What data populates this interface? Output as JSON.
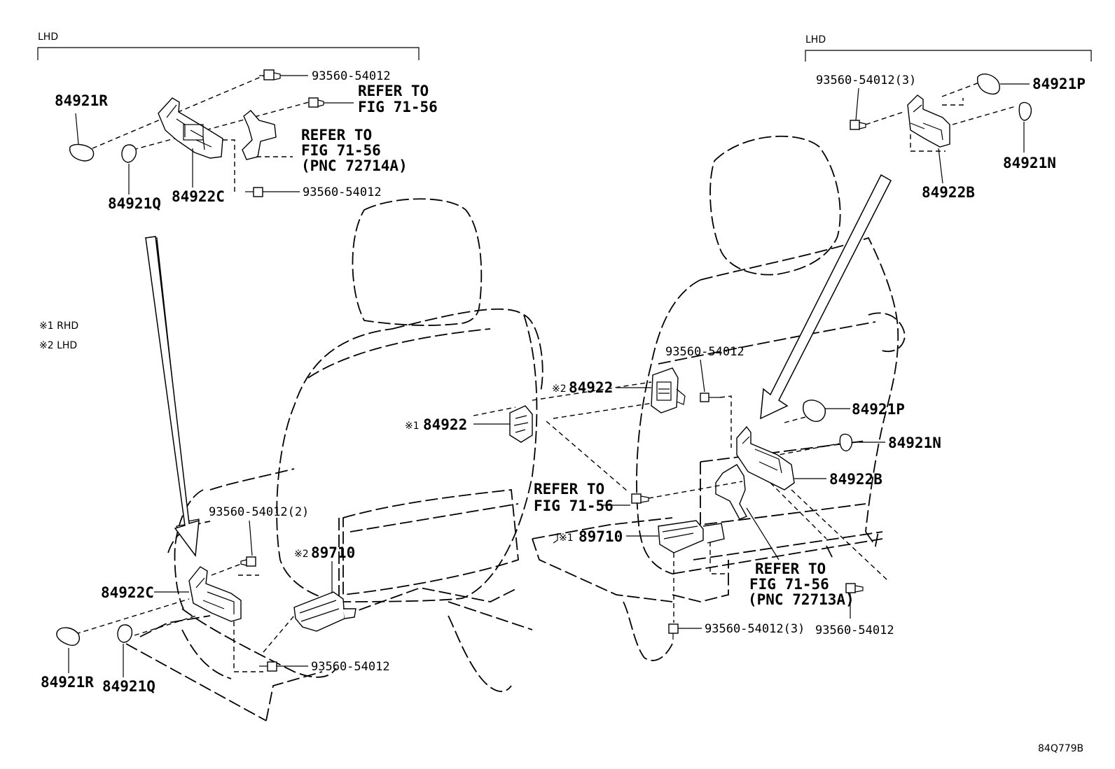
{
  "sections": {
    "left_header": "LHD",
    "right_header": "LHD"
  },
  "notes": {
    "note1": "※1 RHD",
    "note2": "※2 LHD"
  },
  "labels": {
    "top_left_bolt_1": "93560-54012",
    "top_left_refer_a_1": "REFER TO",
    "top_left_refer_a_2": "FIG 71-56",
    "top_left_84921r": "84921R",
    "top_left_refer_b_1": "REFER TO",
    "top_left_refer_b_2": "FIG 71-56",
    "top_left_refer_b_3": "(PNC 72714A)",
    "top_left_bolt_2": "93560-54012",
    "top_left_84921q": "84921Q",
    "top_left_84922c": "84922C",
    "top_right_bolt": "93560-54012(3)",
    "top_right_84921p": "84921P",
    "top_right_84921n": "84921N",
    "top_right_84922b": "84922B",
    "mid_bolt": "93560-54012",
    "mid_84922_note2_mark": "※2",
    "mid_84922_note2": "84922",
    "mid_84922_note1_mark": "※1",
    "mid_84922_note1": "84922",
    "right_84921p": "84921P",
    "right_84921n": "84921N",
    "right_84922b": "84922B",
    "mid_refer_1": "REFER TO",
    "mid_refer_2": "FIG 71-56",
    "mid_89710_note1_mark": "※1",
    "mid_89710_note1": "89710",
    "bottom_left_bolt_2": "93560-54012(2)",
    "bottom_left_89710_note2_mark": "※2",
    "bottom_left_89710_note2": "89710",
    "bottom_left_84922c": "84922C",
    "bottom_left_84921r": "84921R",
    "bottom_left_84921q": "84921Q",
    "bottom_left_bolt": "93560-54012",
    "bottom_right_refer_1": "REFER TO",
    "bottom_right_refer_2": "FIG 71-56",
    "bottom_right_refer_3": "(PNC 72713A)",
    "bottom_right_bolt_3": "93560-54012(3)",
    "bottom_right_bolt": "93560-54012",
    "figure_code": "84Q779B"
  },
  "icons": [
    "bolt-icon",
    "down-arrow-icon",
    "bracket-icon",
    "switch-knob-icon",
    "seat-outline-icon"
  ]
}
